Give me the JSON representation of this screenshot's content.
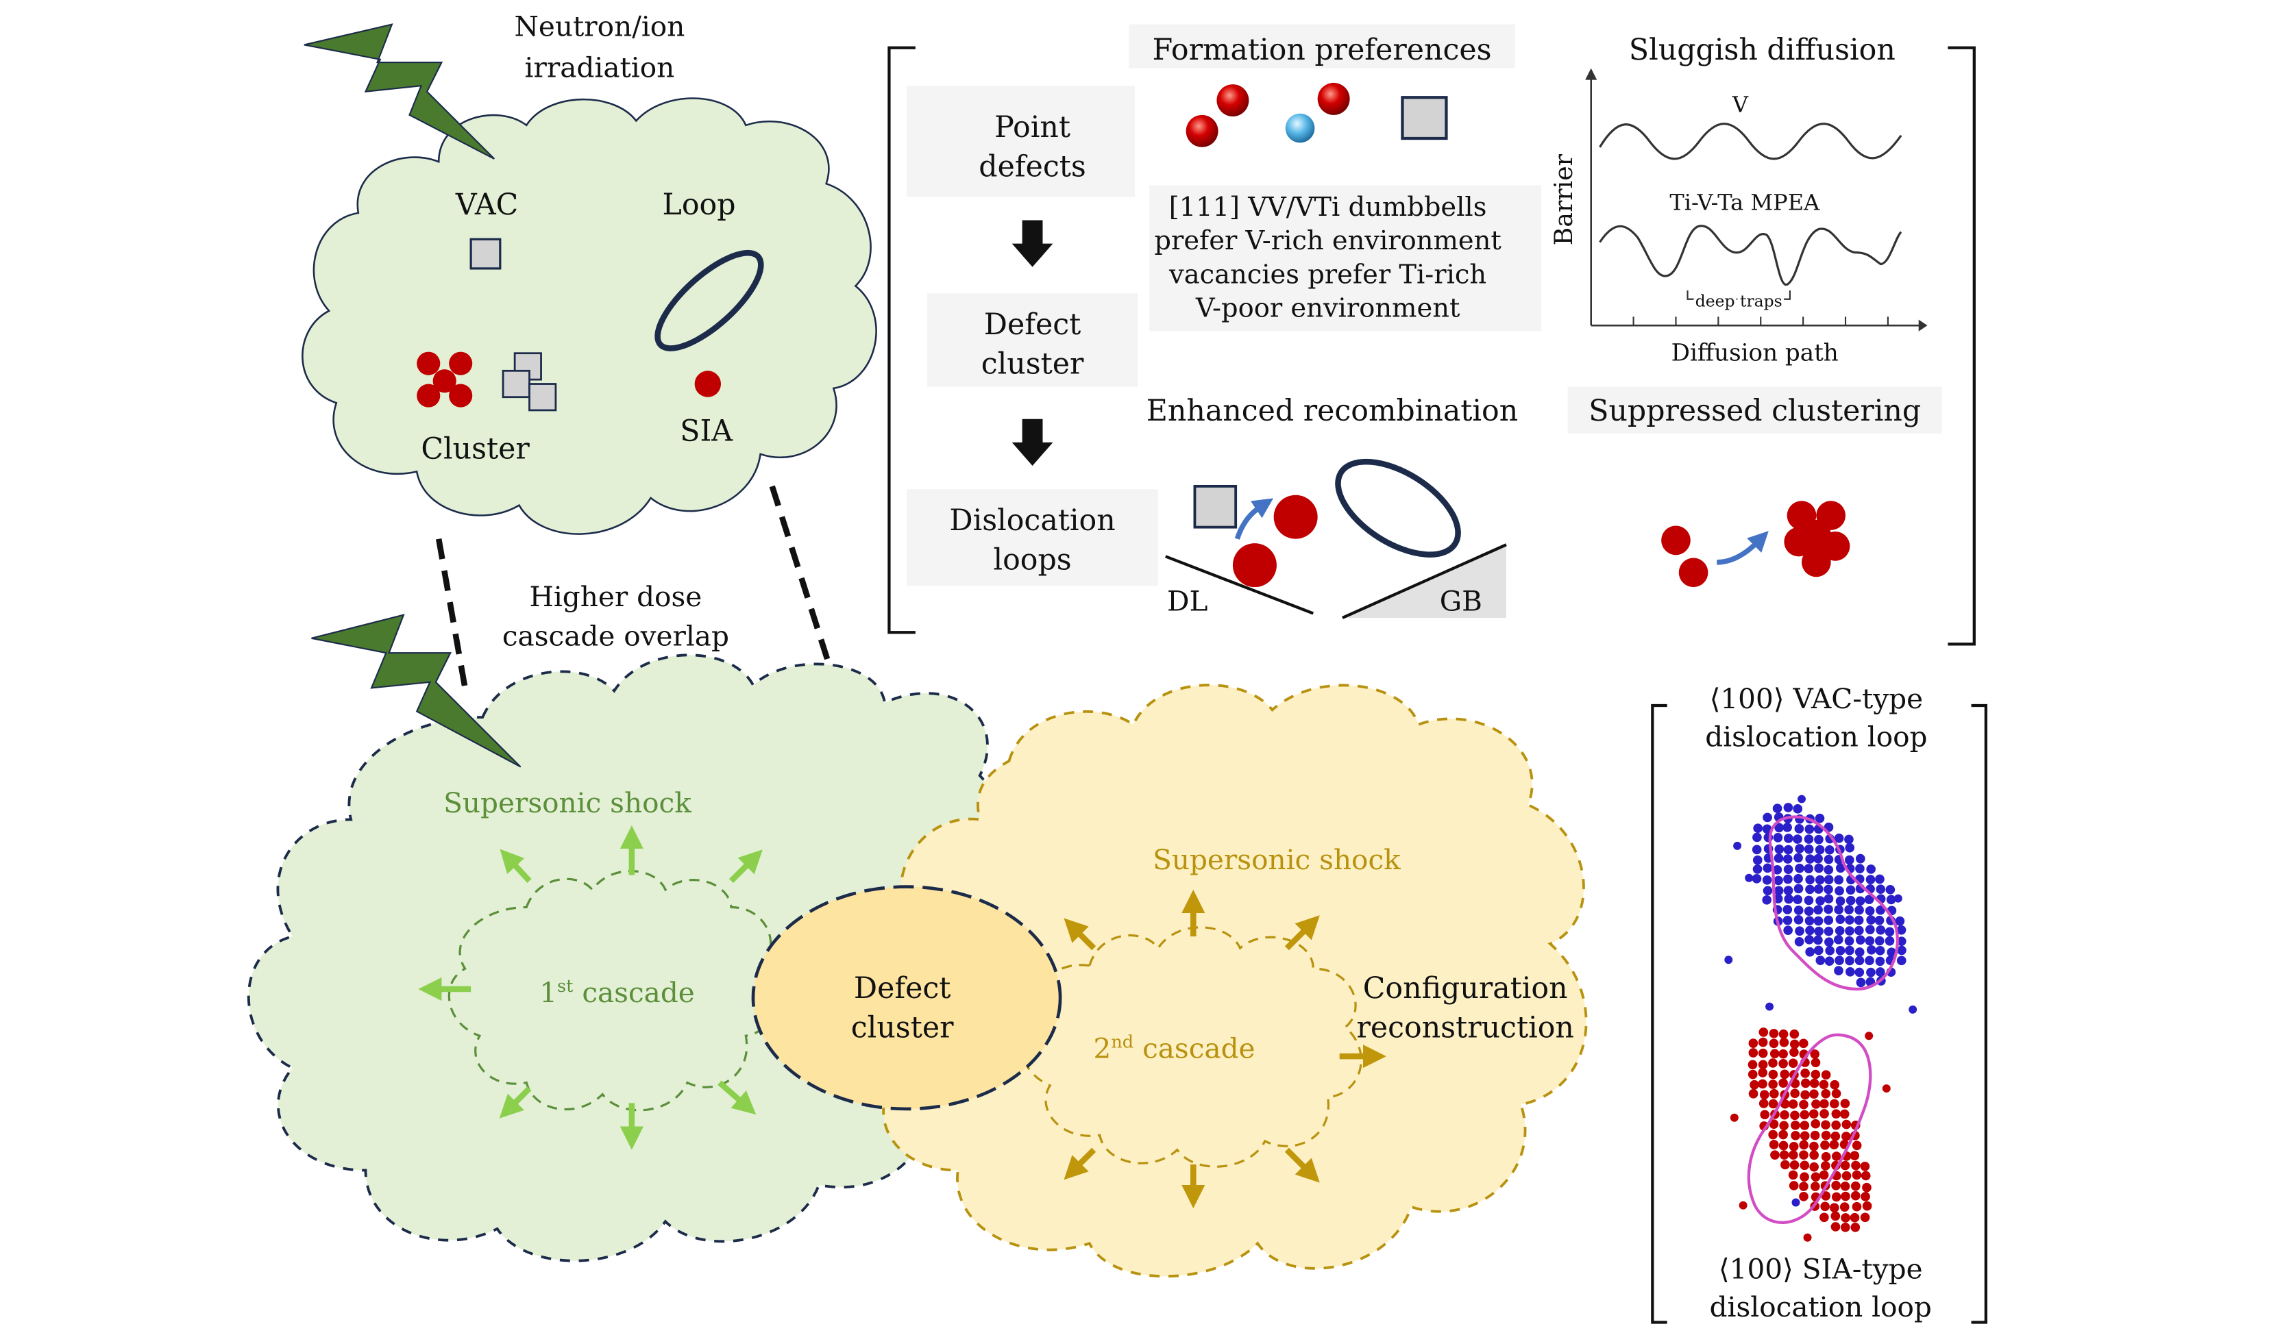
{
  "top_cloud": {
    "irradiation": [
      "Neutron/ion",
      "irradiation"
    ],
    "vac": "VAC",
    "loop": "Loop",
    "cluster": "Cluster",
    "sia": "SIA"
  },
  "middle_label": [
    "Higher dose",
    "cascade overlap"
  ],
  "pathway": {
    "point_defects": [
      "Point",
      "defects"
    ],
    "defect_cluster": [
      "Defect",
      "cluster"
    ],
    "dislocation_loops": [
      "Dislocation",
      "loops"
    ]
  },
  "formation": {
    "title": "Formation preferences",
    "lines": [
      "[111] VV/VTi dumbbells",
      "prefer V-rich environment",
      "vacancies prefer Ti-rich",
      "V-poor environment"
    ]
  },
  "sluggish": {
    "title": "Sluggish diffusion",
    "curve_v": "V",
    "curve_mpea": "Ti-V-Ta MPEA",
    "traps": "deep traps",
    "ylabel": "Barrier",
    "xlabel": "Diffusion path"
  },
  "recombination": {
    "title": "Enhanced recombination",
    "dl": "DL",
    "gb": "GB"
  },
  "suppressed": {
    "title": "Suppressed clustering"
  },
  "cascade": {
    "green_shock": "Supersonic shock",
    "first": "1",
    "first_sup": "st",
    "first_suffix": " cascade",
    "defect_cluster": [
      "Defect",
      "cluster"
    ],
    "yellow_shock": "Supersonic shock",
    "second": "2",
    "second_sup": "nd",
    "second_suffix": " cascade",
    "config": [
      "Configuration",
      "reconstruction"
    ]
  },
  "loops": {
    "vac": [
      "⟨100⟩ VAC-type",
      "dislocation loop"
    ],
    "sia": [
      "⟨100⟩ SIA-type",
      "dislocation loop"
    ]
  },
  "colors": {
    "green_fill": "#e3f0d6",
    "yellow_fill": "#fdf0c4",
    "navy": "#1c2b4a",
    "red_atom": "#c00000",
    "blue_atom": "#2a1fc9",
    "shock_green": "#5b8f3a",
    "shock_gold": "#b8920f",
    "arrow_green": "#8ccf4d",
    "arrow_gold": "#c0960a",
    "bolt": "#4a7a2e",
    "recomb_arrow": "#4472c4"
  }
}
